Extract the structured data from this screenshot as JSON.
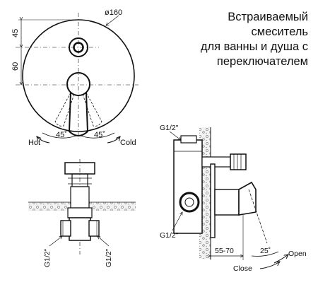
{
  "title_lines": [
    "Встраиваемый",
    "смеситель",
    "для ванны и душа с",
    "переключателем"
  ],
  "front_view": {
    "diameter": "ø160",
    "dim_upper": "45",
    "dim_lower": "60",
    "angle_left": "45˚",
    "angle_right": "45˚",
    "hot": "Hot",
    "cold": "Cold"
  },
  "bottom_view": {
    "port_left": "G1/2\"",
    "port_right": "G1/2\""
  },
  "side_view": {
    "port_top": "G1/2\"",
    "port_bottom": "G1/2\"",
    "depth_range": "55-70",
    "lever_angle": "25˚",
    "open": "Open",
    "close": "Close"
  }
}
